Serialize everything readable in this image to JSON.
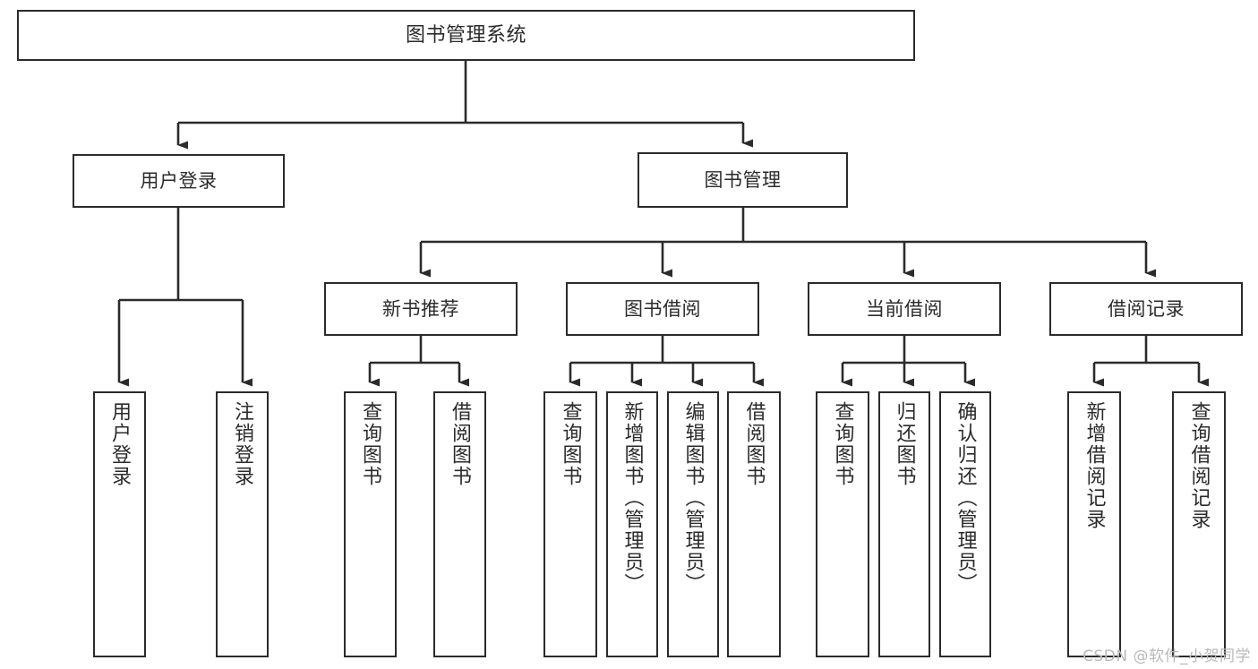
{
  "diagram": {
    "type": "tree",
    "title": "图书管理系统",
    "orientation": "top-down",
    "colors": {
      "box_border": "#2b2b2b",
      "box_fill": "#ffffff",
      "edge": "#2b2b2b",
      "background": "#ffffff",
      "watermark": "#b9b9b9"
    },
    "root": {
      "label": "图书管理系统"
    },
    "level1": [
      {
        "label": "用户登录"
      },
      {
        "label": "图书管理"
      }
    ],
    "level2": [
      {
        "label": "新书推荐"
      },
      {
        "label": "图书借阅"
      },
      {
        "label": "当前借阅"
      },
      {
        "label": "借阅记录"
      }
    ],
    "leaves": {
      "user_login": [
        {
          "label": "用户登录"
        },
        {
          "label": "注销登录"
        }
      ],
      "new_book_recommend": [
        {
          "label": "查询图书"
        },
        {
          "label": "借阅图书"
        }
      ],
      "book_borrow": [
        {
          "label": "查询图书"
        },
        {
          "label": "新增图书（管理员）"
        },
        {
          "label": "编辑图书（管理员）"
        },
        {
          "label": "借阅图书"
        }
      ],
      "current_borrow": [
        {
          "label": "查询图书"
        },
        {
          "label": "归还图书"
        },
        {
          "label": "确认归还（管理员）"
        }
      ],
      "borrow_record": [
        {
          "label": "新增借阅记录"
        },
        {
          "label": "查询借阅记录"
        }
      ]
    }
  },
  "watermark": {
    "text": "CSDN @软件_小贺同学"
  }
}
